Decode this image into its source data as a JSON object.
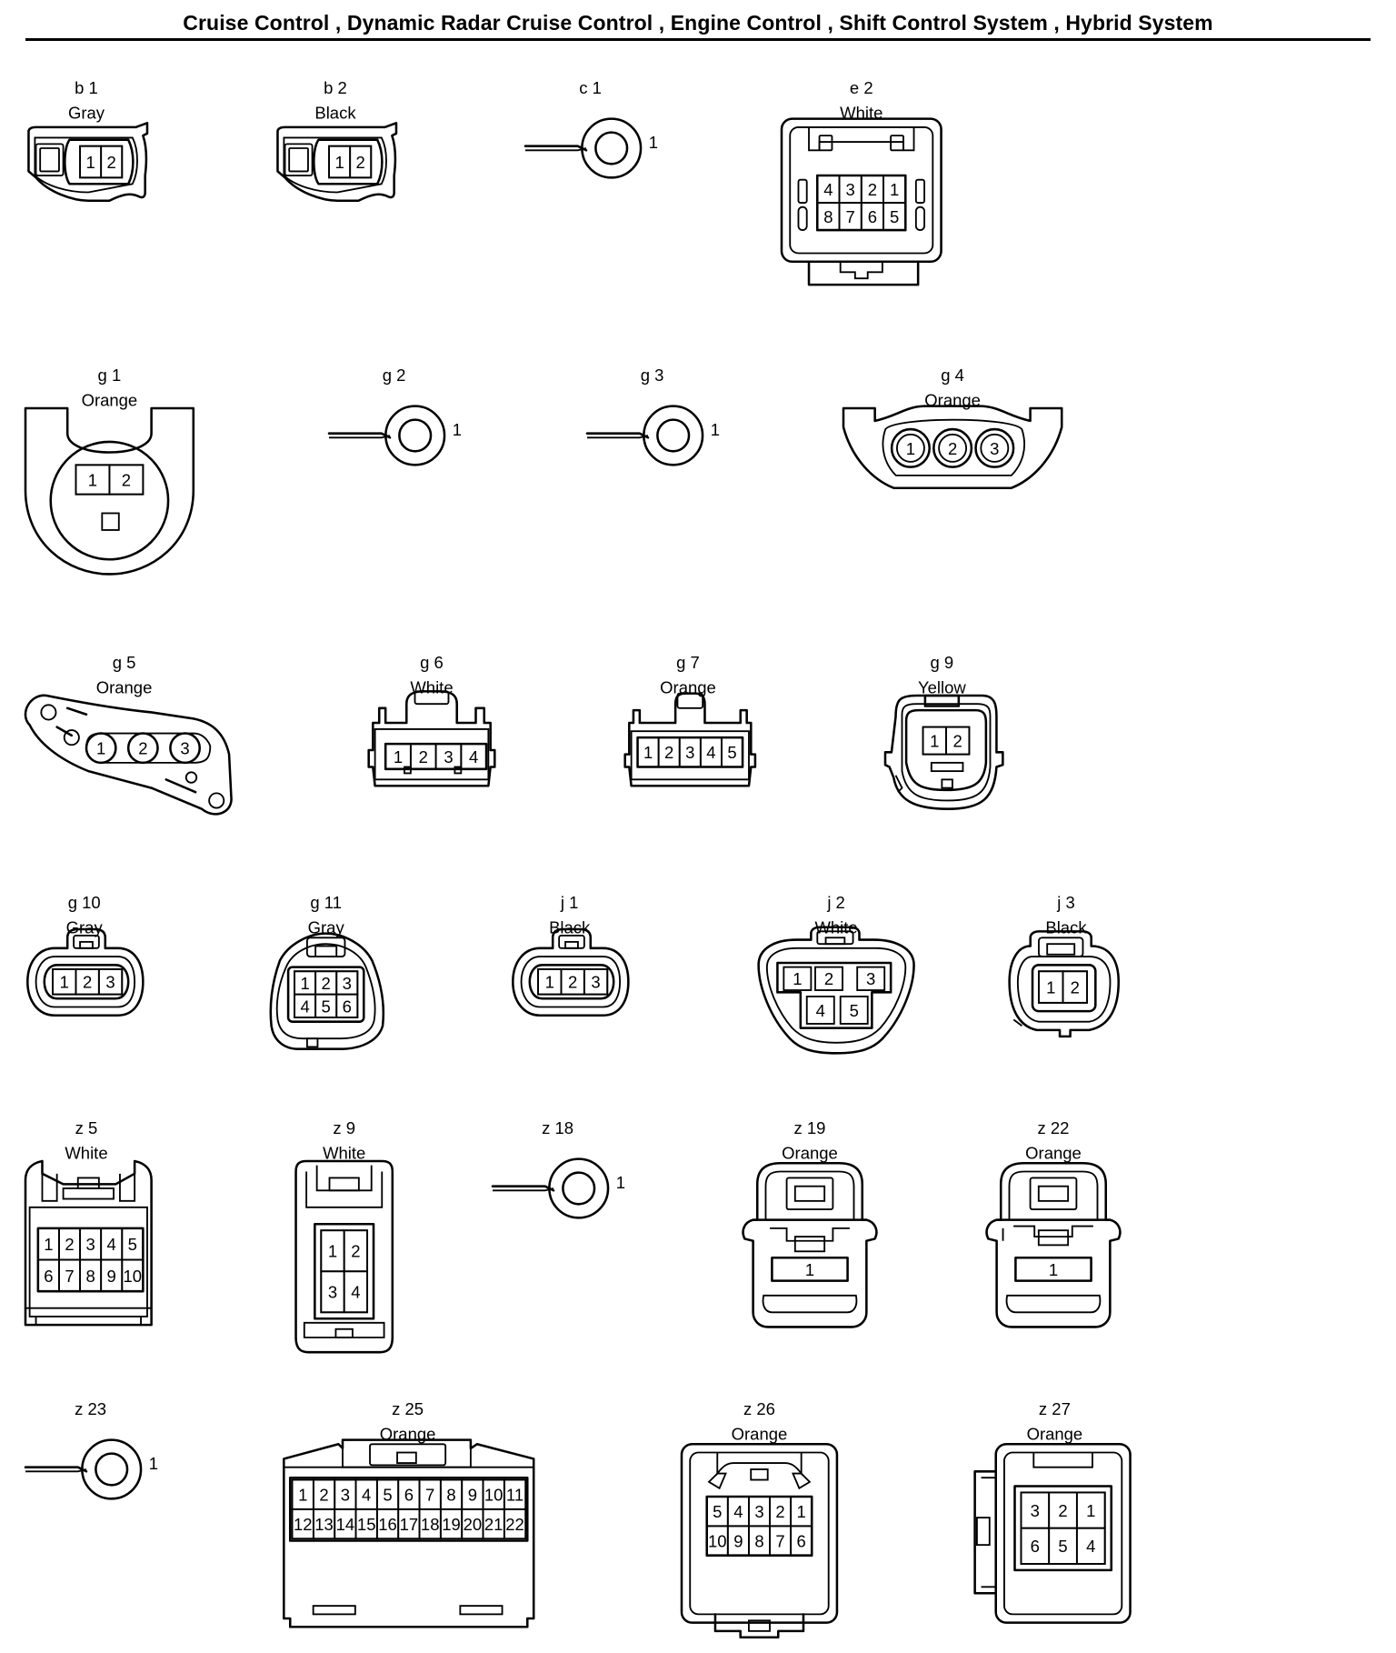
{
  "title": "Cruise Control , Dynamic Radar Cruise Control , Engine Control , Shift Control System , Hybrid System",
  "connectors": [
    {
      "id": "b 1",
      "color": "Gray",
      "pins": [
        "1",
        "2"
      ]
    },
    {
      "id": "b 2",
      "color": "Black",
      "pins": [
        "1",
        "2"
      ]
    },
    {
      "id": "c 1",
      "color": "",
      "pins": [
        "1"
      ]
    },
    {
      "id": "e 2",
      "color": "White",
      "pins": [
        "4",
        "3",
        "2",
        "1",
        "8",
        "7",
        "6",
        "5"
      ]
    },
    {
      "id": "g 1",
      "color": "Orange",
      "pins": [
        "1",
        "2"
      ]
    },
    {
      "id": "g 2",
      "color": "",
      "pins": [
        "1"
      ]
    },
    {
      "id": "g 3",
      "color": "",
      "pins": [
        "1"
      ]
    },
    {
      "id": "g 4",
      "color": "Orange",
      "pins": [
        "1",
        "2",
        "3"
      ]
    },
    {
      "id": "g 5",
      "color": "Orange",
      "pins": [
        "1",
        "2",
        "3"
      ]
    },
    {
      "id": "g 6",
      "color": "White",
      "pins": [
        "1",
        "2",
        "3",
        "4"
      ]
    },
    {
      "id": "g 7",
      "color": "Orange",
      "pins": [
        "1",
        "2",
        "3",
        "4",
        "5"
      ]
    },
    {
      "id": "g 9",
      "color": "Yellow",
      "pins": [
        "1",
        "2"
      ]
    },
    {
      "id": "g 10",
      "color": "Gray",
      "pins": [
        "1",
        "2",
        "3"
      ]
    },
    {
      "id": "g 11",
      "color": "Gray",
      "pins": [
        "1",
        "2",
        "3",
        "4",
        "5",
        "6"
      ]
    },
    {
      "id": "j 1",
      "color": "Black",
      "pins": [
        "1",
        "2",
        "3"
      ]
    },
    {
      "id": "j 2",
      "color": "White",
      "pins": [
        "1",
        "2",
        "3",
        "4",
        "5"
      ]
    },
    {
      "id": "j 3",
      "color": "Black",
      "pins": [
        "1",
        "2"
      ]
    },
    {
      "id": "z 5",
      "color": "White",
      "pins": [
        "1",
        "2",
        "3",
        "4",
        "5",
        "6",
        "7",
        "8",
        "9",
        "10"
      ]
    },
    {
      "id": "z 9",
      "color": "White",
      "pins": [
        "1",
        "2",
        "3",
        "4"
      ]
    },
    {
      "id": "z 18",
      "color": "",
      "pins": [
        "1"
      ]
    },
    {
      "id": "z 19",
      "color": "Orange",
      "pins": [
        "1"
      ]
    },
    {
      "id": "z 22",
      "color": "Orange",
      "pins": [
        "1"
      ]
    },
    {
      "id": "z 23",
      "color": "",
      "pins": [
        "1"
      ]
    },
    {
      "id": "z 25",
      "color": "Orange",
      "pins": [
        "1",
        "2",
        "3",
        "4",
        "5",
        "6",
        "7",
        "8",
        "9",
        "10",
        "11",
        "12",
        "13",
        "14",
        "15",
        "16",
        "17",
        "18",
        "19",
        "20",
        "21",
        "22"
      ]
    },
    {
      "id": "z 26",
      "color": "Orange",
      "pins": [
        "5",
        "4",
        "3",
        "2",
        "1",
        "10",
        "9",
        "8",
        "7",
        "6"
      ]
    },
    {
      "id": "z 27",
      "color": "Orange",
      "pins": [
        "3",
        "2",
        "1",
        "6",
        "5",
        "4"
      ]
    }
  ]
}
